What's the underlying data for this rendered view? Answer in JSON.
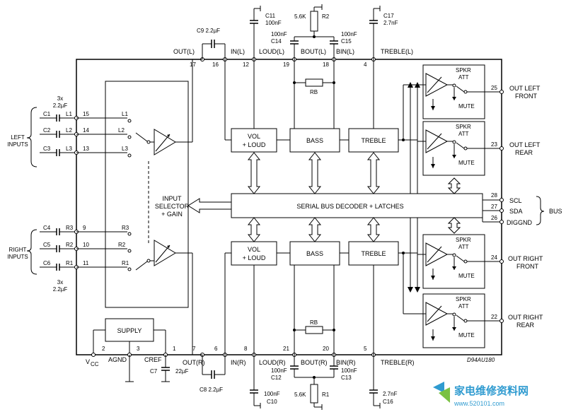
{
  "blocks": {
    "vol_l": [
      "VOL",
      "+ LOUD"
    ],
    "vol_r": [
      "VOL",
      "+ LOUD"
    ],
    "bass_l": "BASS",
    "bass_r": "BASS",
    "treble_l": "TREBLE",
    "treble_r": "TREBLE",
    "serial": "SERIAL BUS DECODER + LATCHES",
    "supply": "SUPPLY",
    "input_selector": [
      "INPUT",
      "SELECTOR",
      "+ GAIN"
    ],
    "spkr_att": [
      "SPKR",
      "ATT"
    ],
    "mute": "MUTE"
  },
  "pins": {
    "p1": "1",
    "p2": "2",
    "p3": "3",
    "p4": "4",
    "p5": "5",
    "p6": "6",
    "p7": "7",
    "p8": "8",
    "p9": "9",
    "p10": "10",
    "p11": "11",
    "p12": "12",
    "p13": "13",
    "p14": "14",
    "p15": "15",
    "p16": "16",
    "p17": "17",
    "p18": "18",
    "p19": "19",
    "p20": "20",
    "p21": "21",
    "p22": "22",
    "p23": "23",
    "p24": "24",
    "p25": "25",
    "p26": "26",
    "p27": "27",
    "p28": "28"
  },
  "pin_names": {
    "out_l": "OUT(L)",
    "in_l": "IN(L)",
    "loud_l": "LOUD(L)",
    "bout_l": "BOUT(L)",
    "bin_l": "BIN(L)",
    "treble_l": "TREBLE(L)",
    "vcc": "V",
    "vcc_sub": "CC",
    "agnd": "AGND",
    "cref": "CREF",
    "out_r": "OUT(R)",
    "in_r": "IN(R)",
    "loud_r": "LOUD(R)",
    "bout_r": "BOUT(R)",
    "bin_r": "BIN(R)",
    "treble_r": "TREBLE(R)",
    "scl": "SCL",
    "sda": "SDA",
    "diggnd": "DIGGND",
    "bus": "BUS"
  },
  "outputs": {
    "lf": [
      "OUT LEFT",
      "FRONT"
    ],
    "lr": [
      "OUT LEFT",
      "REAR"
    ],
    "rf": [
      "OUT RIGHT",
      "FRONT"
    ],
    "rr": [
      "OUT RIGHT",
      "REAR"
    ]
  },
  "inputs": {
    "left": [
      "LEFT",
      "INPUTS"
    ],
    "right": [
      "RIGHT",
      "INPUTS"
    ],
    "caps_top": [
      "3x",
      "2.2µF"
    ],
    "caps_bottom": [
      "3x",
      "2.2µF"
    ],
    "c1": "C1",
    "c2": "C2",
    "c3": "C3",
    "c4": "C4",
    "c5": "C5",
    "c6": "C6",
    "l1": "L1",
    "l2": "L2",
    "l3": "L3",
    "r1": "R1",
    "r2": "R2",
    "r3": "R3"
  },
  "components": {
    "c9": "C9 2.2µF",
    "c8": "C8 2.2µF",
    "c11": [
      "C11",
      "100nF"
    ],
    "c17": [
      "C17",
      "2.7nF"
    ],
    "c14": [
      "100nF",
      "C14"
    ],
    "c15": [
      "100nF",
      "C15"
    ],
    "r2_val": "5.6K",
    "r2": "R2",
    "c12": [
      "100nF",
      "C12"
    ],
    "c13": [
      "100nF",
      "C13"
    ],
    "r1_val": "5.6K",
    "r1": "R1",
    "c10": [
      "100nF",
      "C10"
    ],
    "c16": [
      "2.7nF",
      "C16"
    ],
    "c7": "C7",
    "c7_val": "22µF",
    "rb": "RB"
  },
  "drawing_id": "D94AU180",
  "watermark": {
    "title": "家电维修资料网",
    "url": "www.520101.com"
  }
}
